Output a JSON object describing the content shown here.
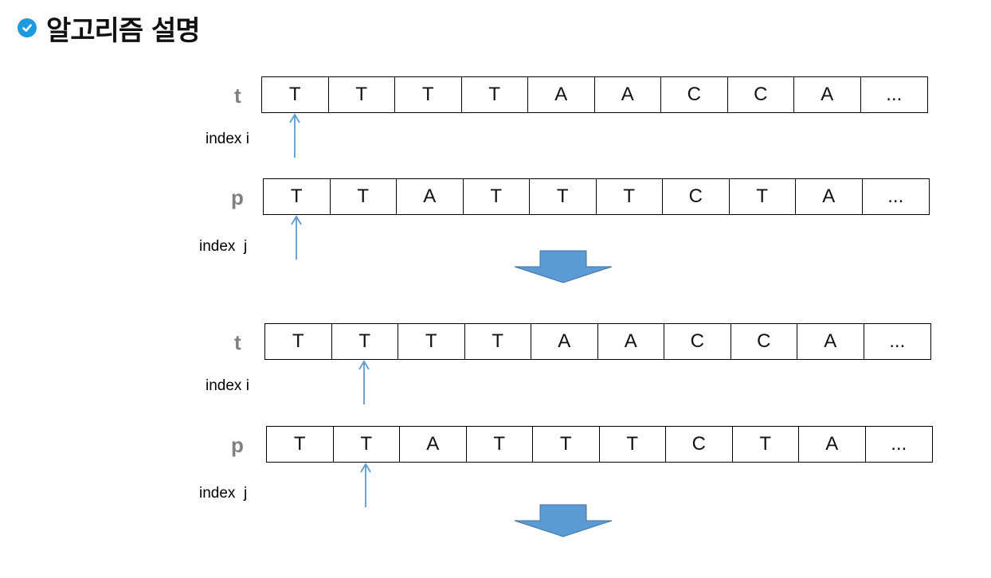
{
  "header": {
    "title": "알고리즘 설명",
    "icon": "check-circle-icon",
    "icon_color": "#1e9be0"
  },
  "steps": [
    {
      "t": {
        "label": "t",
        "cells": [
          "T",
          "T",
          "T",
          "T",
          "A",
          "A",
          "C",
          "C",
          "A",
          "..."
        ],
        "pointer_index": 0
      },
      "index_i_label": "index i",
      "p": {
        "label": "p",
        "cells": [
          "T",
          "T",
          "A",
          "T",
          "T",
          "T",
          "C",
          "T",
          "A",
          "..."
        ],
        "pointer_index": 0
      },
      "index_j_label": "index  j"
    },
    {
      "t": {
        "label": "t",
        "cells": [
          "T",
          "T",
          "T",
          "T",
          "A",
          "A",
          "C",
          "C",
          "A",
          "..."
        ],
        "pointer_index": 1
      },
      "index_i_label": "index i",
      "p": {
        "label": "p",
        "cells": [
          "T",
          "T",
          "A",
          "T",
          "T",
          "T",
          "C",
          "T",
          "A",
          "..."
        ],
        "pointer_index": 1
      },
      "index_j_label": "index  j"
    }
  ],
  "colors": {
    "pointer": "#5b9bd5",
    "block_arrow": "#5b9bd5",
    "block_arrow_stroke": "#41719c"
  }
}
